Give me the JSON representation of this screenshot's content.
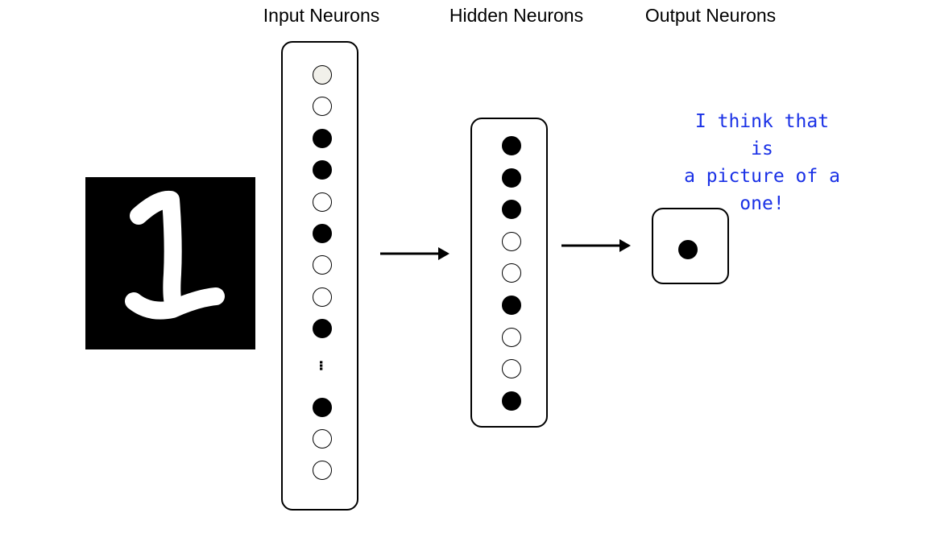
{
  "labels": {
    "input": "Input Neurons",
    "hidden": "Hidden Neurons",
    "output": "Output Neurons"
  },
  "speech_lines": [
    "I think that is",
    "a picture of a",
    "one!"
  ],
  "ellipsis": "...",
  "layers": {
    "input_top": [
      "faint",
      "off",
      "on",
      "on",
      "off",
      "on",
      "off",
      "off",
      "on"
    ],
    "input_bottom": [
      "on",
      "off",
      "off"
    ],
    "hidden": [
      "on",
      "on",
      "on",
      "off",
      "off",
      "on",
      "off",
      "off",
      "on"
    ],
    "output": [
      "on"
    ]
  },
  "colors": {
    "speech": "#1a31e6",
    "neuron_on": "#000000",
    "neuron_off": "#ffffff",
    "neuron_faint": "#f1f0ea"
  }
}
